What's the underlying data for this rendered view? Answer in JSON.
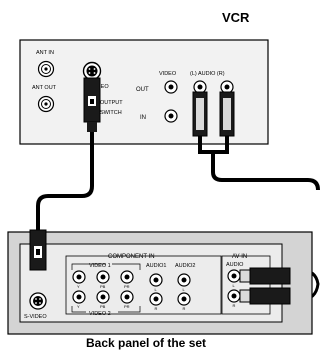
{
  "title": "VCR",
  "caption": "Back panel of the set",
  "vcr": {
    "ant_in": "ANT IN",
    "ant_out": "ANT OUT",
    "svideo_top": "S-VIDEO",
    "svideo_out": "OUTPUT",
    "svideo_switch": "SWITCH",
    "video": "VIDEO",
    "audio": "(L) AUDIO (R)",
    "out": "OUT",
    "in": "IN"
  },
  "tv": {
    "component_in": "COMPONENT IN",
    "video1": "VIDEO 1",
    "video2": "VIDEO 2",
    "audio1": "AUDIO1",
    "audio2": "AUDIO2",
    "av_in": "AV IN",
    "av_audio": "AUDIO",
    "svideo": "S-VIDEO",
    "y": "Y",
    "pb": "PB",
    "pr": "PR",
    "l": "L",
    "r": "R"
  }
}
